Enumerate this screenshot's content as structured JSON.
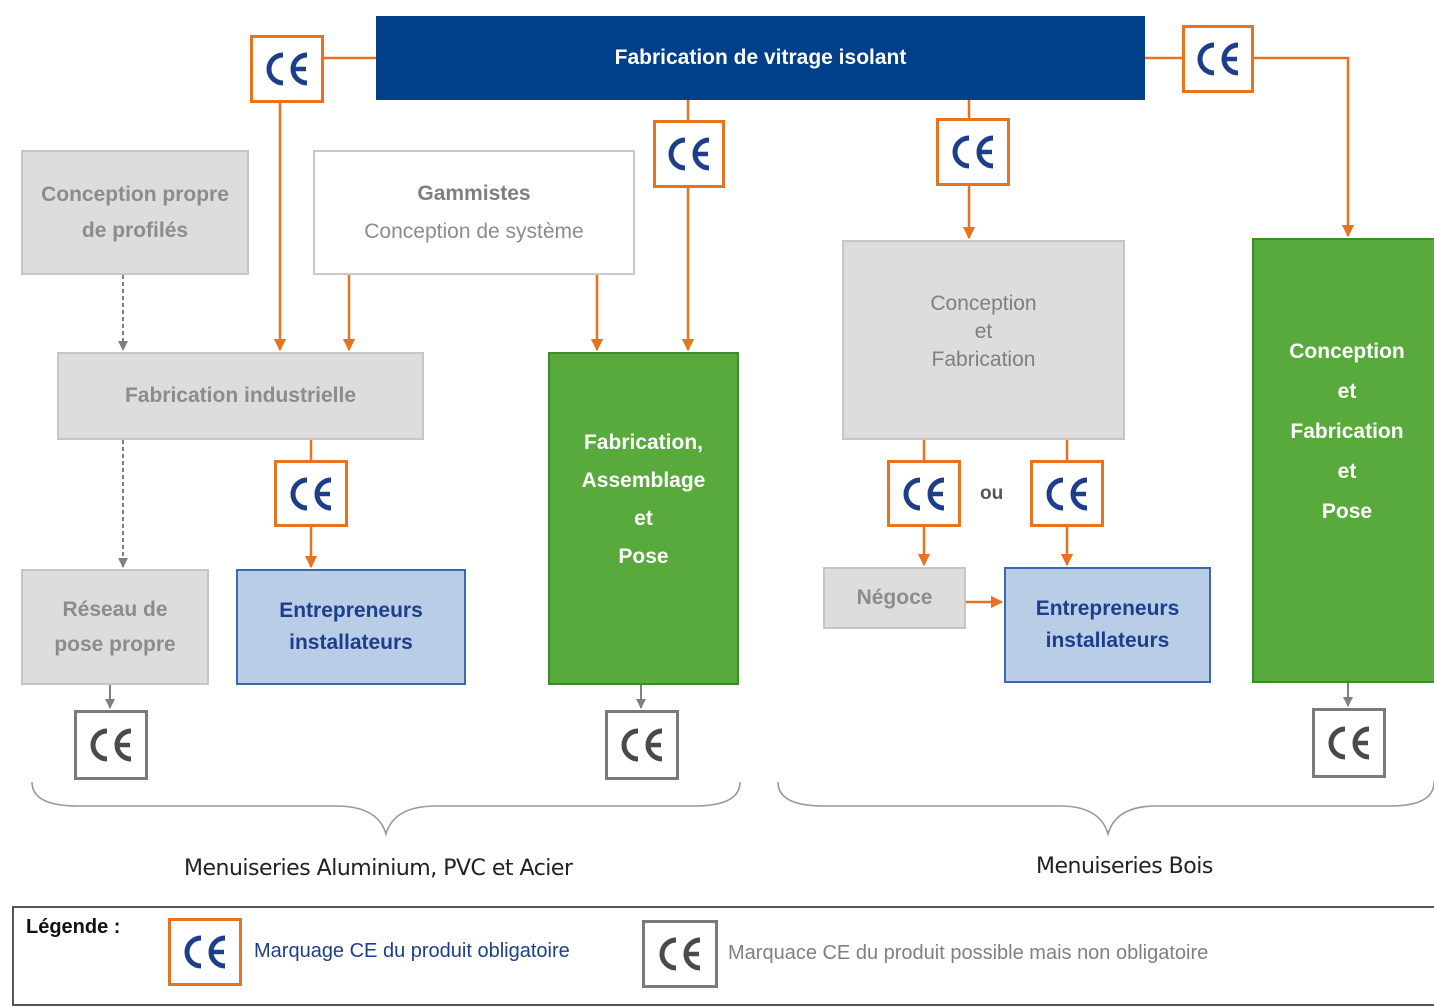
{
  "colors": {
    "required": "#e8721e",
    "optional": "#7a7a7a",
    "navy": "#003f8a",
    "green": "#58aa3c",
    "blue": "#b9cde6",
    "gray": "#dddddd"
  },
  "icons": [
    "ce-mark-icon"
  ],
  "top": {
    "title": "Fabrication de vitrage isolant"
  },
  "boxes": {
    "conception_profiles": [
      "Conception propre",
      "de profilés"
    ],
    "gammistes_title": "Gammistes",
    "gammistes_sub": "Conception de système",
    "fabrication_industrielle": "Fabrication industrielle",
    "reseau_pose": [
      "Réseau de",
      "pose propre"
    ],
    "entrepreneurs_left": [
      "Entrepreneurs",
      "installateurs"
    ],
    "fab_assemblage_pose": [
      "Fabrication,",
      "Assemblage",
      "et",
      "Pose"
    ],
    "conception_fabrication": [
      "Conception",
      "et",
      "Fabrication"
    ],
    "negoce": "Négoce",
    "entrepreneurs_right": [
      "Entrepreneurs",
      "installateurs"
    ],
    "conception_fab_pose": [
      "Conception",
      "et",
      "Fabrication",
      "et",
      "Pose"
    ]
  },
  "ou": "ou",
  "groups": {
    "left": "Menuiseries Aluminium, PVC et Acier",
    "right": "Menuiseries Bois"
  },
  "legend": {
    "title": "Légende :",
    "required": "Marquage CE du produit obligatoire",
    "optional": "Marquace CE du produit possible mais non obligatoire"
  }
}
